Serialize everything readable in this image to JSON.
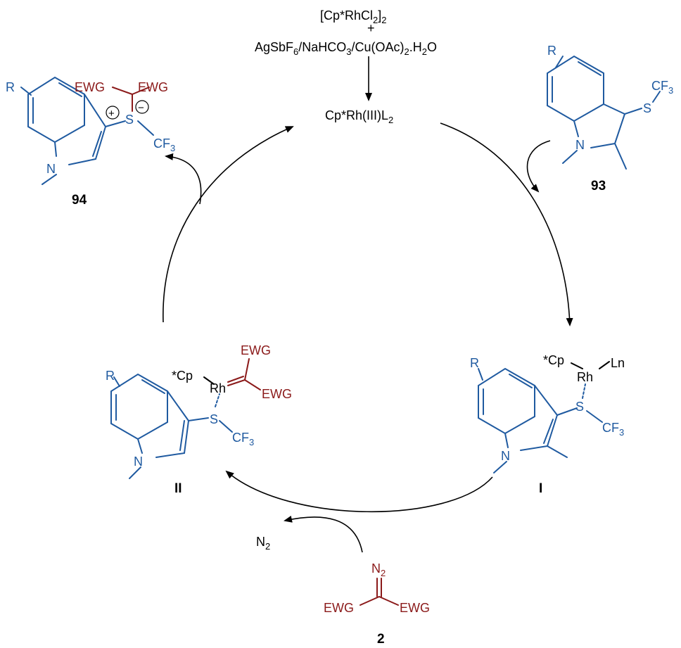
{
  "colors": {
    "structure": "#1f5aa0",
    "ewg": "#8b1a1a",
    "text": "#000000"
  },
  "catalyst": {
    "precatalyst": "[Cp*RhCl",
    "precatalyst_sub": "2",
    "precatalyst_close": "]",
    "precatalyst_sub2": "2",
    "plus": "+",
    "additives_a": "AgSbF",
    "additives_a_sub": "6",
    "additives_b": "/NaHCO",
    "additives_b_sub": "3",
    "additives_c": "/Cu(OAc)",
    "additives_c_sub": "2",
    "additives_d": ".H",
    "additives_d_sub": "2",
    "additives_e": "O",
    "active": "Cp*Rh(III)L",
    "active_sub": "2"
  },
  "compounds": {
    "c94": {
      "label": "94",
      "r": "R",
      "n": "N",
      "s": "S",
      "cf3": "CF",
      "cf3_sub": "3",
      "ewg1": "EWG",
      "ewg2": "EWG",
      "plus": "+",
      "minus": "−"
    },
    "c93": {
      "label": "93",
      "r": "R",
      "n": "N",
      "s": "S",
      "cf3": "CF",
      "cf3_sub": "3"
    },
    "cI": {
      "label": "I",
      "r": "R",
      "n": "N",
      "s": "S",
      "cf3": "CF",
      "cf3_sub": "3",
      "cp": "*Cp",
      "rh": "Rh",
      "ln": "Ln"
    },
    "cII": {
      "label": "II",
      "r": "R",
      "n": "N",
      "s": "S",
      "cf3": "CF",
      "cf3_sub": "3",
      "cp": "*Cp",
      "rh": "Rh",
      "ewg1": "EWG",
      "ewg2": "EWG"
    },
    "c2": {
      "label": "2",
      "n2": "N",
      "n2_sub": "2",
      "ewg1": "EWG",
      "ewg2": "EWG"
    }
  },
  "byproduct": {
    "n2": "N",
    "n2_sub": "2"
  }
}
